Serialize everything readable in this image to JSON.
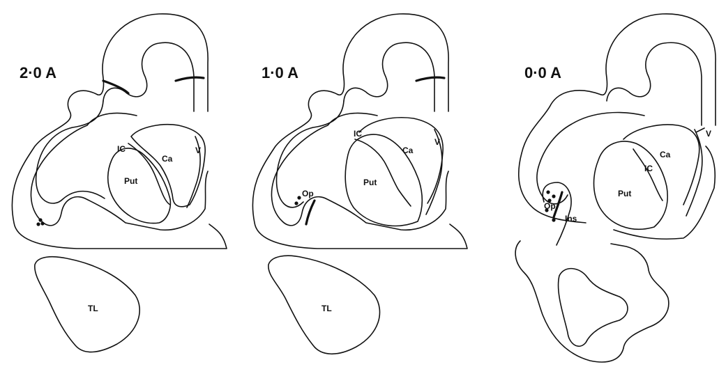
{
  "sections": [
    {
      "level": "2·0 A",
      "labels": {
        "ic": "IC",
        "ca": "Ca",
        "v": "V",
        "put": "Put",
        "tl": "TL"
      }
    },
    {
      "level": "1·0 A",
      "labels": {
        "ic": "IC",
        "ca": "Ca",
        "v": "V",
        "put": "Put",
        "op": "Op",
        "tl": "TL"
      }
    },
    {
      "level": "0·0 A",
      "labels": {
        "ic": "IC",
        "ca": "Ca",
        "v": "V",
        "put": "Put",
        "op": "Op",
        "ins": "Ins"
      }
    }
  ]
}
